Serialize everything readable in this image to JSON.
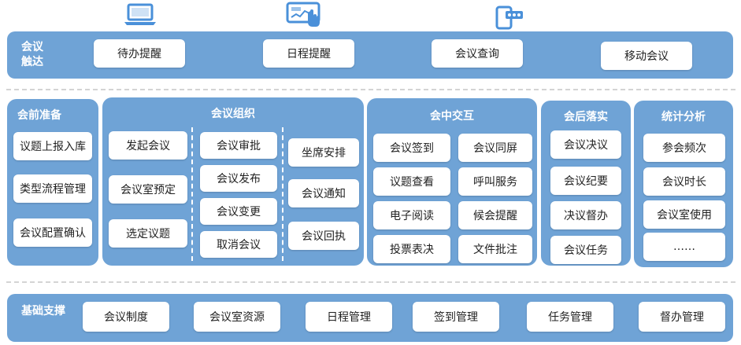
{
  "top": {
    "title": "会议触达",
    "items": [
      "待办提醒",
      "日程提醒",
      "会议查询",
      "移动会议"
    ]
  },
  "prep": {
    "title": "会前准备",
    "items": [
      "议题上报入库",
      "类型流程管理",
      "会议配置确认"
    ]
  },
  "org": {
    "title": "会议组织",
    "col1": [
      "发起会议",
      "会议室预定",
      "选定议题"
    ],
    "col2": [
      "会议审批",
      "会议发布",
      "会议变更",
      "取消会议"
    ],
    "col3": [
      "坐席安排",
      "会议通知",
      "会议回执"
    ]
  },
  "mid": {
    "title": "会中交互",
    "col1": [
      "会议签到",
      "议题查看",
      "电子阅读",
      "投票表决"
    ],
    "col2": [
      "会议同屏",
      "呼叫服务",
      "候会提醒",
      "文件批注"
    ]
  },
  "after": {
    "title": "会后落实",
    "items": [
      "会议决议",
      "会议纪要",
      "决议督办",
      "会议任务"
    ]
  },
  "stats": {
    "title": "统计分析",
    "items": [
      "参会频次",
      "会议时长",
      "会议室使用",
      "……"
    ]
  },
  "base": {
    "title": "基础支撑",
    "items": [
      "会议制度",
      "会议室资源",
      "日程管理",
      "签到管理",
      "任务管理",
      "督办管理"
    ]
  },
  "colors": {
    "band": "#6fa3d6",
    "box": "#ffffff",
    "icon": "#4a90d9"
  },
  "icons": [
    "laptop-icon",
    "tablet-touch-icon",
    "mobile-icon"
  ]
}
